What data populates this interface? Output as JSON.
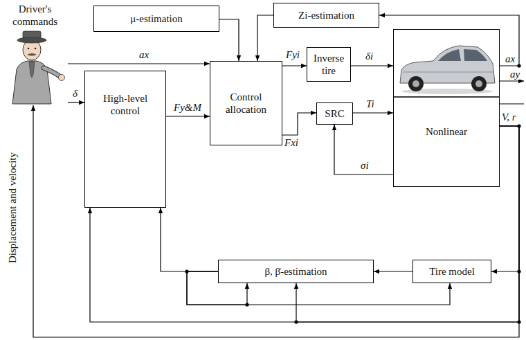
{
  "diagram": {
    "nodes": [
      {
        "text": [
          "Driver's commands"
        ]
      },
      {
        "text": [
          "μ-estimation"
        ]
      },
      {
        "text": [
          "Zi-estimation"
        ]
      },
      {
        "text": [
          "High-level control"
        ]
      },
      {
        "text": [
          "Control allocation"
        ]
      },
      {
        "text": [
          "Inverse tire"
        ]
      },
      {
        "text": [
          "SRC"
        ]
      },
      {
        "text": [
          "Nonlinear"
        ]
      },
      {
        "text": [
          "β, β̇-estimation"
        ]
      },
      {
        "text": [
          "Tire model"
        ]
      }
    ],
    "edges": [
      {
        "from": 0,
        "to": 4,
        "label": "ax",
        "arrow": "to"
      },
      {
        "from": 0,
        "to": 3,
        "label": "δ",
        "arrow": "to"
      },
      {
        "from": 1,
        "to": 4,
        "arrow": "to"
      },
      {
        "from": 2,
        "to": 4,
        "arrow": "to"
      },
      {
        "from": 3,
        "to": 4,
        "label": "Fy&M",
        "arrow": "to"
      },
      {
        "from": 4,
        "to": 5,
        "label": "Fyi",
        "arrow": "to"
      },
      {
        "from": 5,
        "to": 7,
        "label": "δi",
        "arrow": "to"
      },
      {
        "from": 4,
        "to": 6,
        "label": "Fxi",
        "arrow": "to"
      },
      {
        "from": 6,
        "to": 7,
        "label": "Ti",
        "arrow": "to"
      },
      {
        "from": 7,
        "to": 6,
        "label": "σi",
        "arrow": "to"
      },
      {
        "from": 7,
        "to": 2,
        "label": "ax",
        "arrow": "to"
      },
      {
        "from": 7,
        "to": 9,
        "arrow": "to"
      },
      {
        "from": 9,
        "to": 8,
        "arrow": "to"
      },
      {
        "from": 8,
        "to": 3,
        "arrow": "to"
      },
      {
        "from": 8,
        "to": 9,
        "arrow": "to"
      },
      {
        "from": 8,
        "to": 8,
        "arrow": "to"
      },
      {
        "from": 7,
        "to": 3,
        "arrow": "to"
      },
      {
        "from": 7,
        "to": 8,
        "arrow": "to"
      },
      {
        "from": 7,
        "to": 0,
        "label": "Displacement and velocity",
        "arrow": "to"
      }
    ],
    "labels": [
      "ay",
      "V, r"
    ]
  }
}
